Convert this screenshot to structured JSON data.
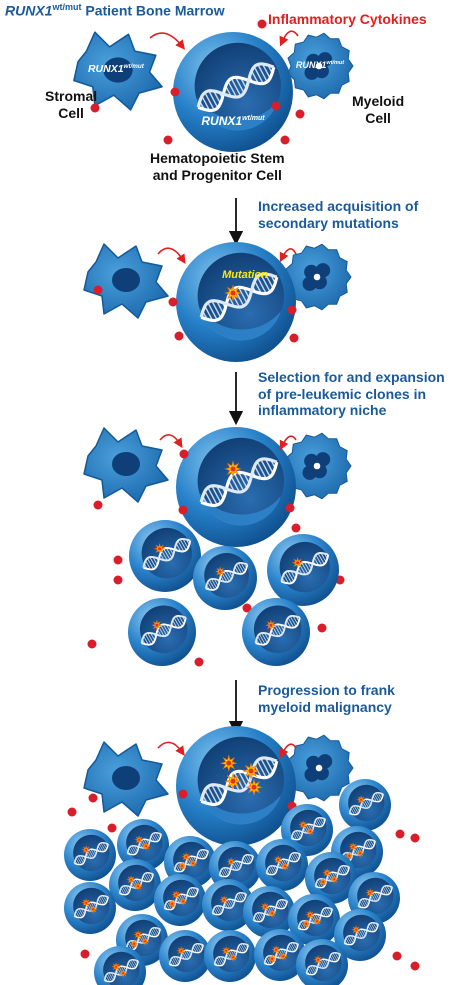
{
  "title": {
    "gene": "RUNX1",
    "sup": "wt/mut",
    "rest": " Patient Bone Marrow"
  },
  "cytokines_label": "Inflammatory Cytokines",
  "stromal_label": [
    "Stromal",
    "Cell"
  ],
  "myeloid_label": [
    "Myeloid",
    "Cell"
  ],
  "hspc_label": [
    "Hematopoietic Stem",
    "and Progenitor Cell"
  ],
  "cell_gene_label": {
    "gene": "RUNX1",
    "sup": "wt/mut"
  },
  "mutation_label": "Mutation",
  "steps": [
    [
      "Increased acquisition of",
      "secondary mutations"
    ],
    [
      "Selection for and expansion",
      "of pre-leukemic clones in",
      "inflammatory niche"
    ],
    [
      "Progression to frank",
      "myeloid malignancy"
    ]
  ],
  "colors": {
    "cell_blue": "#1f72b8",
    "cell_dark": "#0f4f8e",
    "nucleus_dark": "#123f78",
    "cytokine_red": "#d81e2b",
    "text_blue": "#1a5a9a",
    "mutation_yellow": "#ffeb00"
  }
}
